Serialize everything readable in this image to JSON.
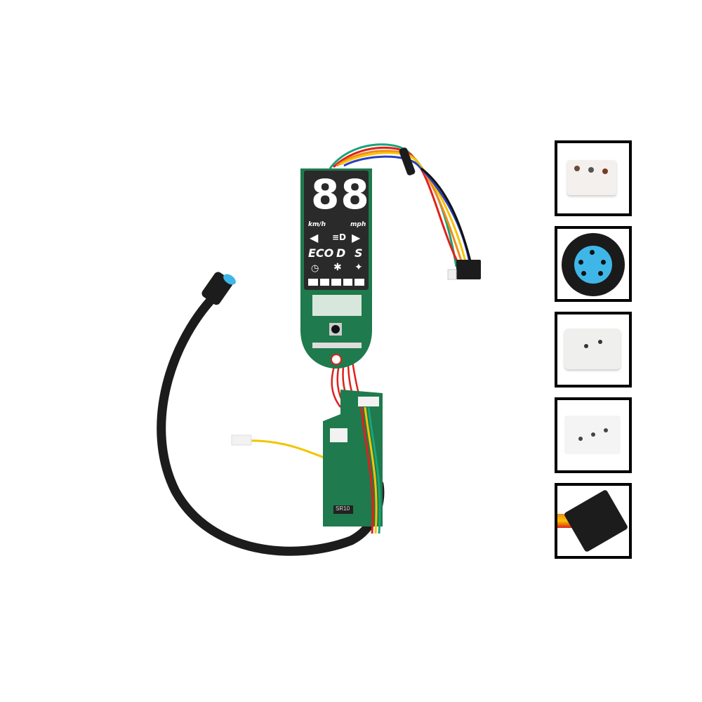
{
  "product": {
    "name": "Scooter dashboard display board with Bluetooth control PCB and cable",
    "background": "#ffffff"
  },
  "display": {
    "digits": "88",
    "unit_left": "km/h",
    "unit_right": "mph",
    "modes": [
      "ECO",
      "D",
      "S"
    ],
    "icons": [
      "arrow-left-icon",
      "headlight-icon",
      "arrow-right-icon",
      "speedometer-icon",
      "bluetooth-icon",
      "pedestrian-icon"
    ],
    "battery_segments": 5,
    "colors": {
      "panel": "#2a2a2a",
      "segments": "#ffffff",
      "pcb": "#1f7a4d"
    }
  },
  "control_board": {
    "component_label": "SR10",
    "wire_colors": [
      "#e0201b",
      "#f5c400",
      "#1aa37a",
      "#111111"
    ]
  },
  "harness_wires": [
    "#e0201b",
    "#f08a1c",
    "#f5c400",
    "#1aa37a",
    "#2a3fbf",
    "#111111"
  ],
  "thumbnails": [
    {
      "name": "3-pin white connector",
      "pins": 3
    },
    {
      "name": "round waterproof blue 5-pin connector",
      "pins": 5,
      "color": "#3fb6e8"
    },
    {
      "name": "2-pin white connector",
      "pins": 2
    },
    {
      "name": "3-pin clear connector",
      "pins": 3
    },
    {
      "name": "4-pin black connector",
      "pins": 4
    }
  ]
}
